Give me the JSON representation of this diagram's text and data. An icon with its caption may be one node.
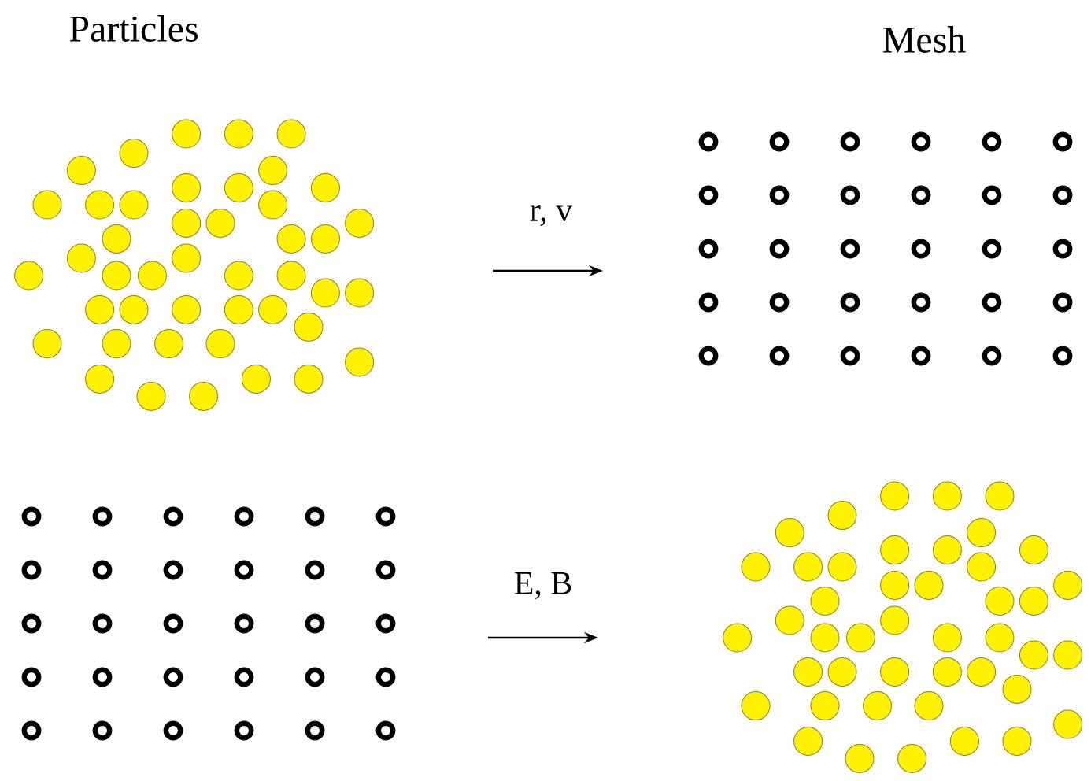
{
  "diagram": {
    "labels": [
      "Particles",
      "Mesh",
      "r, v",
      "E, B"
    ]
  }
}
